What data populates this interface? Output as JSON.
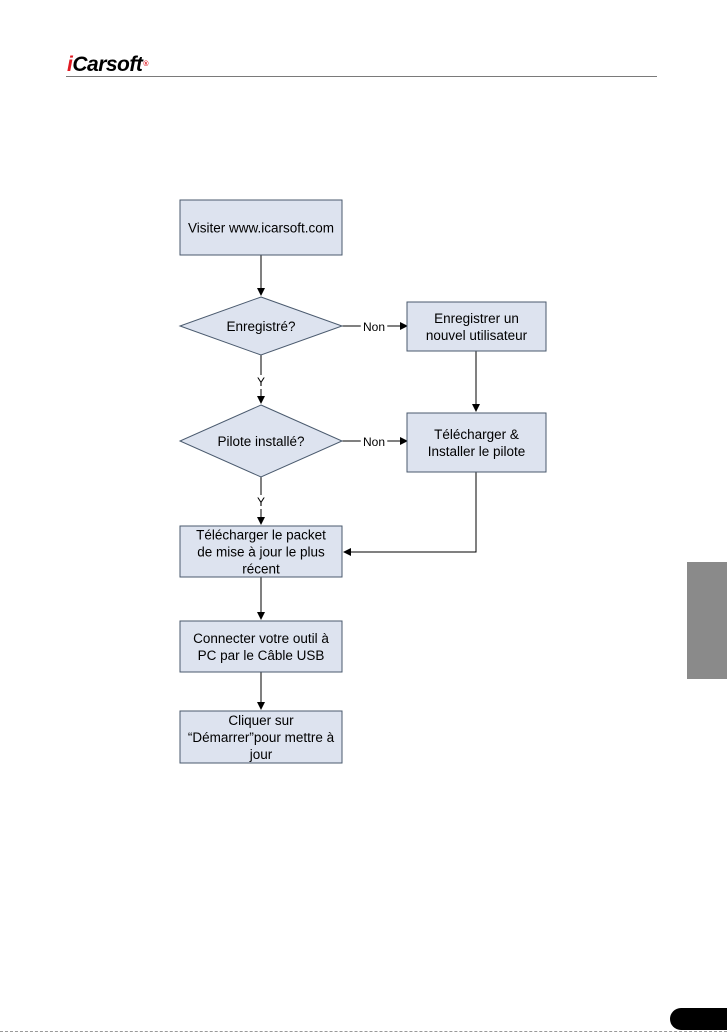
{
  "header": {
    "brand_i": "i",
    "brand_rest": "Carsoft",
    "brand_reg": "®"
  },
  "colors": {
    "brand_red": "#e01a22",
    "black": "#000000",
    "box_fill": "#dde3ef",
    "box_stroke": "#4a5a6e",
    "tab_gray": "#8a8a8a",
    "rule_gray": "#7a7a7a"
  },
  "flowchart": {
    "nodes": [
      {
        "id": "visit",
        "shape": "process",
        "lines": [
          "Visiter www.icarsoft.com"
        ]
      },
      {
        "id": "registered",
        "shape": "decision",
        "lines": [
          "Enregistré?"
        ]
      },
      {
        "id": "register_new",
        "shape": "process",
        "lines": [
          "Enregistrer un",
          "nouvel utilisateur"
        ]
      },
      {
        "id": "driver_installed",
        "shape": "decision",
        "lines": [
          "Pilote installé?"
        ]
      },
      {
        "id": "download_driver",
        "shape": "process",
        "lines": [
          "Télécharger &",
          "Installer le pilote"
        ]
      },
      {
        "id": "download_update",
        "shape": "process",
        "lines": [
          "Télécharger le packet",
          "de mise à jour le plus",
          "récent"
        ]
      },
      {
        "id": "connect_tool",
        "shape": "process",
        "lines": [
          "Connecter votre outil à",
          "PC par le Câble USB"
        ]
      },
      {
        "id": "start_update",
        "shape": "process",
        "lines": [
          "Cliquer sur",
          "“Démarrer”pour mettre à",
          "jour"
        ]
      }
    ],
    "edges": [
      {
        "from": "visit",
        "to": "registered",
        "label": ""
      },
      {
        "from": "registered",
        "to": "register_new",
        "label": "Non"
      },
      {
        "from": "registered",
        "to": "driver_installed",
        "label": "Y"
      },
      {
        "from": "register_new",
        "to": "download_driver",
        "label": ""
      },
      {
        "from": "driver_installed",
        "to": "download_driver",
        "label": "Non"
      },
      {
        "from": "driver_installed",
        "to": "download_update",
        "label": "Y"
      },
      {
        "from": "download_driver",
        "to": "download_update",
        "label": ""
      },
      {
        "from": "download_update",
        "to": "connect_tool",
        "label": ""
      },
      {
        "from": "connect_tool",
        "to": "start_update",
        "label": ""
      }
    ]
  }
}
